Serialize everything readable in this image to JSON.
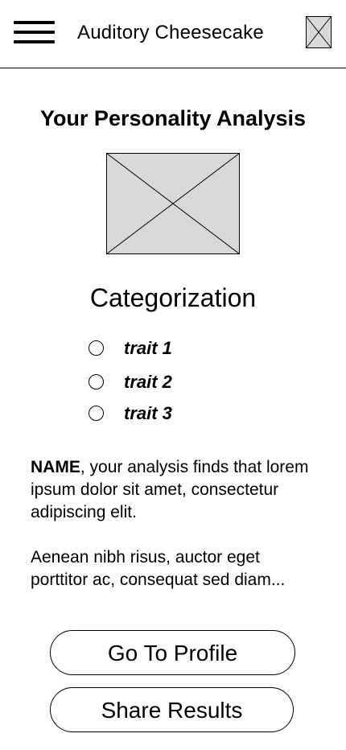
{
  "header": {
    "app_title": "Auditory Cheesecake",
    "menu_icon": "hamburger-menu-icon",
    "image_placeholder_icon": "image-placeholder-icon"
  },
  "main": {
    "page_title": "Your Personality Analysis",
    "hero_image_icon": "image-placeholder-icon",
    "section_title": "Categorization",
    "traits": [
      {
        "label": "trait 1",
        "selected": false
      },
      {
        "label": "trait 2",
        "selected": false
      },
      {
        "label": "trait 3",
        "selected": false
      }
    ],
    "analysis": {
      "name": "NAME",
      "intro": ", your analysis finds that lorem ipsum dolor sit amet, consectetur adipiscing elit.",
      "paragraph2": "Aenean nibh risus, auctor eget porttitor ac, consequat sed diam..."
    },
    "buttons": {
      "profile_label": "Go To Profile",
      "share_label": "Share Results"
    }
  },
  "colors": {
    "background": "#ffffff",
    "text": "#000000",
    "placeholder_fill": "#d9d9d9"
  }
}
